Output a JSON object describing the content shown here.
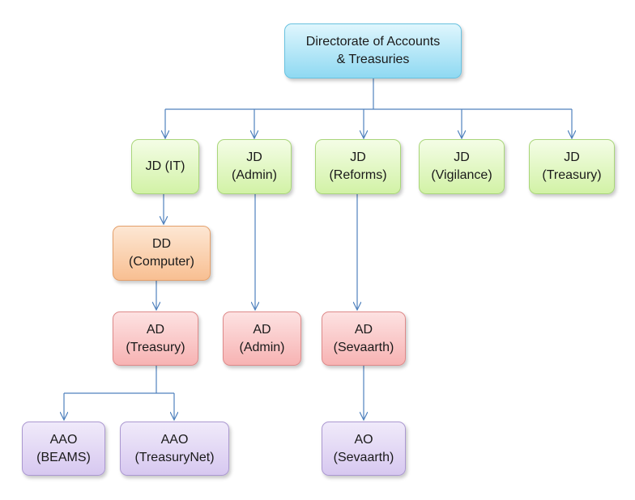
{
  "nodes": {
    "root": {
      "line1": "Directorate of Accounts",
      "line2": "& Treasuries"
    },
    "jd_it": {
      "line1": "JD (IT)"
    },
    "jd_admin": {
      "line1": "JD",
      "line2": "(Admin)"
    },
    "jd_reforms": {
      "line1": "JD",
      "line2": "(Reforms)"
    },
    "jd_vigilance": {
      "line1": "JD",
      "line2": "(Vigilance)"
    },
    "jd_treasury": {
      "line1": "JD",
      "line2": "(Treasury)"
    },
    "dd_computer": {
      "line1": "DD",
      "line2": "(Computer)"
    },
    "ad_treasury": {
      "line1": "AD",
      "line2": "(Treasury)"
    },
    "ad_admin": {
      "line1": "AD",
      "line2": "(Admin)"
    },
    "ad_sevaarth": {
      "line1": "AD",
      "line2": "(Sevaarth)"
    },
    "aao_beams": {
      "line1": "AAO",
      "line2": "(BEAMS)"
    },
    "aao_treasurynet": {
      "line1": "AAO",
      "line2": "(TreasuryNet)"
    },
    "ao_sevaarth": {
      "line1": "AO",
      "line2": "(Sevaarth)"
    }
  },
  "colors": {
    "connector": "#4f81bd",
    "blue": "#8fd9f2",
    "green": "#d2f2a6",
    "orange": "#f8bf92",
    "red": "#f7b3b3",
    "purple": "#d7c8f0"
  }
}
